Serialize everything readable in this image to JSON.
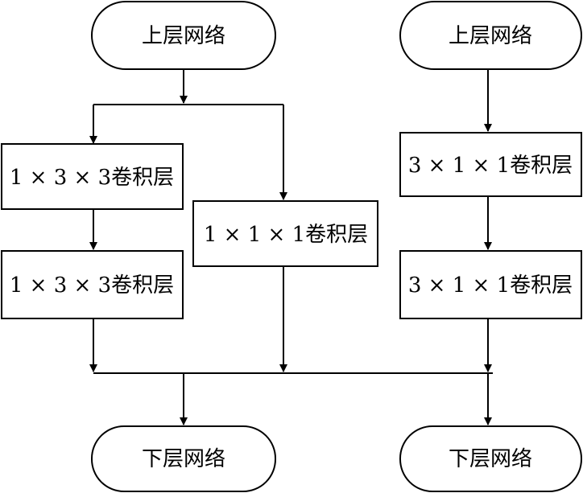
{
  "diagram": {
    "nodes": {
      "top_left_terminal": {
        "label": "上层网络",
        "shape": "terminal"
      },
      "top_right_terminal": {
        "label": "上层网络",
        "shape": "terminal"
      },
      "conv_1x3x3_a": {
        "label": "1 × 3 × 3卷积层",
        "shape": "process"
      },
      "conv_1x3x3_b": {
        "label": "1 × 3 × 3卷积层",
        "shape": "process"
      },
      "conv_1x1x1": {
        "label": "1 × 1 × 1卷积层",
        "shape": "process"
      },
      "conv_3x1x1_a": {
        "label": "3 × 1 × 1卷积层",
        "shape": "process"
      },
      "conv_3x1x1_b": {
        "label": "3 × 1 × 1卷积层",
        "shape": "process"
      },
      "bottom_left_terminal": {
        "label": "下层网络",
        "shape": "terminal"
      },
      "bottom_right_terminal": {
        "label": "下层网络",
        "shape": "terminal"
      }
    },
    "edges": [
      {
        "from": "top_left_terminal",
        "to": "conv_1x3x3_a"
      },
      {
        "from": "top_left_terminal",
        "to": "conv_1x1x1"
      },
      {
        "from": "conv_1x3x3_a",
        "to": "conv_1x3x3_b"
      },
      {
        "from": "top_right_terminal",
        "to": "conv_3x1x1_a"
      },
      {
        "from": "conv_3x1x1_a",
        "to": "conv_3x1x1_b"
      },
      {
        "from": "conv_1x3x3_b",
        "to": "bottom_left_terminal"
      },
      {
        "from": "conv_1x3x3_b",
        "to": "bottom_right_terminal"
      },
      {
        "from": "conv_1x1x1",
        "to": "bottom_left_terminal"
      },
      {
        "from": "conv_1x1x1",
        "to": "bottom_right_terminal"
      },
      {
        "from": "conv_3x1x1_b",
        "to": "bottom_left_terminal"
      },
      {
        "from": "conv_3x1x1_b",
        "to": "bottom_right_terminal"
      }
    ],
    "colors": {
      "stroke": "#000000",
      "fill": "#ffffff",
      "text": "#000000"
    }
  }
}
